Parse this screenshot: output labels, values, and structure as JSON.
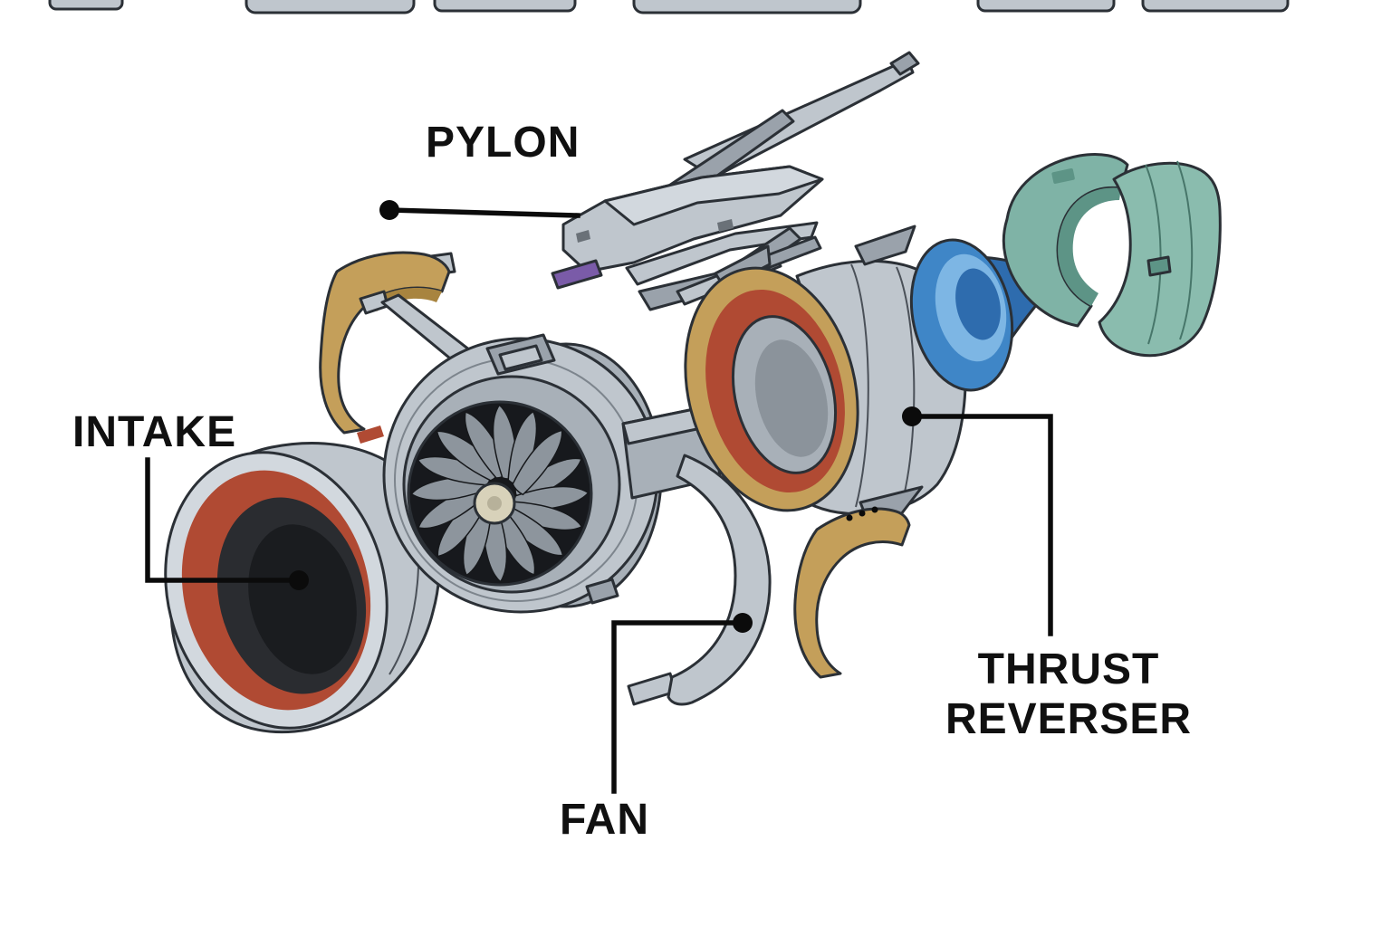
{
  "diagram": {
    "type": "exploded-view",
    "subject": "Turbofan jet engine exploded diagram",
    "labels": {
      "pylon": "PYLON",
      "intake": "INTAKE",
      "fan": "FAN",
      "thrust_reverser": "THRUST REVERSER"
    },
    "parts": [
      "pylon",
      "intake",
      "fan-cowl-panel",
      "fan-module",
      "fan-duct-half",
      "thrust-reverser",
      "core-cowl-panel",
      "exhaust-plug",
      "exhaust-nozzle-halves"
    ],
    "colors": {
      "background": "#ffffff",
      "label_text": "#101010",
      "leader_line": "#0b0b0b",
      "outline": "#2b3036",
      "metal_grey": "#bfc6cd",
      "metal_grey_dark": "#9aa2ab",
      "inner_red": "#b04a33",
      "gold": "#c49f5a",
      "blue": "#3f86c7",
      "teal": "#7fb3a6",
      "purple": "#7a5ba8",
      "spinner_beige": "#d8d2ba"
    }
  }
}
